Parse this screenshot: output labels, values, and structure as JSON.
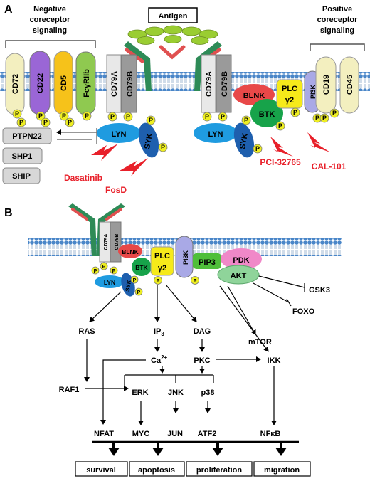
{
  "panelA": {
    "letter": "A",
    "antigen_label": "Antigen",
    "neg_title_1": "Negative",
    "neg_title_2": "coreceptor",
    "neg_title_3": "signaling",
    "pos_title_1": "Positive",
    "pos_title_2": "coreceptor",
    "pos_title_3": "signaling",
    "neg_receptors": [
      "CD72",
      "CD22",
      "CD5",
      "FcγRIIb"
    ],
    "cd79a": "CD79A",
    "cd79b": "CD79B",
    "lyn": "LYN",
    "syk": "SYK",
    "p": "P",
    "phosphatases": [
      "PTPN22",
      "SHP1",
      "SHIP"
    ],
    "blnk": "BLNK",
    "btk": "BTK",
    "plc_1": "PLC",
    "plc_2": "γ2",
    "pi3k": "PI3K",
    "pos_receptors": [
      "CD19",
      "CD45"
    ],
    "inhibitors": [
      "Dasatinib",
      "FosD",
      "PCI-32765",
      "CAL-101"
    ]
  },
  "panelB": {
    "letter": "B",
    "cd79a": "CD79A",
    "cd79b": "CD79B",
    "blnk": "BLNK",
    "btk": "BTK",
    "lyn": "LYN",
    "syk": "SYK",
    "plc_1": "PLC",
    "plc_2": "γ2",
    "pi3k": "PI3K",
    "pip3": "PIP3",
    "pdk": "PDK",
    "akt": "AKT",
    "gsk3": "GSK3",
    "foxo": "FOXO",
    "mtor": "mTOR",
    "ras": "RAS",
    "ip3": "IP",
    "ip3_sub": "3",
    "dag": "DAG",
    "ca": "Ca",
    "ca_sup": "2+",
    "pkc": "PKC",
    "ikk": "IKK",
    "raf1": "RAF1",
    "erk": "ERK",
    "jnk": "JNK",
    "p38": "p38",
    "nfat": "NFAT",
    "myc": "MYC",
    "jun": "JUN",
    "atf2": "ATF2",
    "nfkb": "NFκB",
    "outcomes": [
      "survival",
      "apoptosis",
      "proliferation",
      "migration"
    ]
  },
  "colors": {
    "membrane_head": "#4a86c8",
    "receptor_green": "#2e8b57",
    "antigen_green": "#9acd32",
    "red_bar": "#e05050",
    "cd72": "#f3efbf",
    "cd22": "#9a66d6",
    "cd5": "#f6c21a",
    "fcgr": "#8fc950",
    "lyn": "#1f9be0",
    "syk": "#1e5fae",
    "btk": "#17a34a",
    "blnk": "#e84848",
    "plc": "#f6ea1a",
    "pi3k": "#a9a9e6",
    "pip3": "#4fbf3a",
    "pdk": "#f088c8",
    "akt": "#8fd49a",
    "phos": "#d7d7d7",
    "inhibitor": "#e8202a",
    "p_ball": "#eeee22"
  }
}
